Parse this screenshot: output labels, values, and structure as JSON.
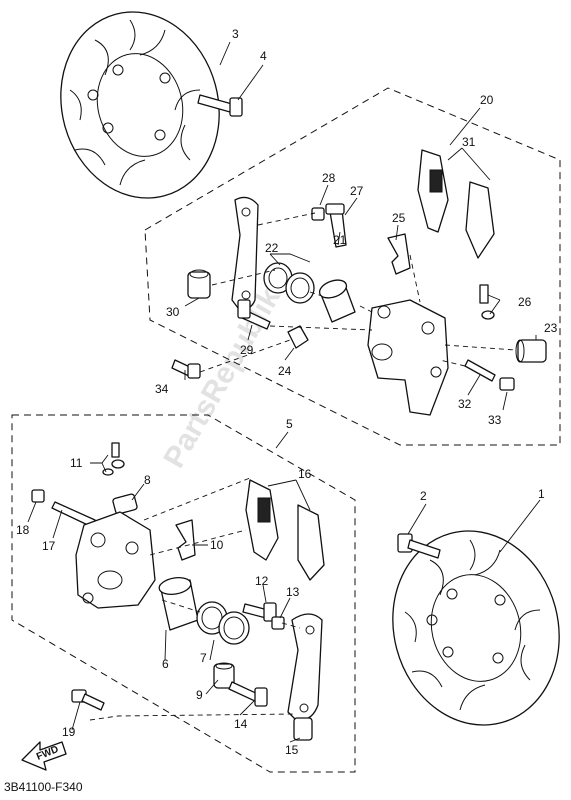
{
  "watermark": "PartsRepublik",
  "figure_code": "3B41100-F340",
  "fwd_label": "FWD",
  "callouts": {
    "n1": "1",
    "n2": "2",
    "n3": "3",
    "n4": "4",
    "n5": "5",
    "n6": "6",
    "n7": "7",
    "n8": "8",
    "n9": "9",
    "n10": "10",
    "n11": "11",
    "n12": "12",
    "n13": "13",
    "n14": "14",
    "n15": "15",
    "n16": "16",
    "n17": "17",
    "n18": "18",
    "n19": "19",
    "n20": "20",
    "n21": "21",
    "n22": "22",
    "n23": "23",
    "n24": "24",
    "n25": "25",
    "n26": "26",
    "n27": "27",
    "n28": "28",
    "n29": "29",
    "n30": "30",
    "n31": "31",
    "n32": "32",
    "n33": "33",
    "n34": "34"
  }
}
